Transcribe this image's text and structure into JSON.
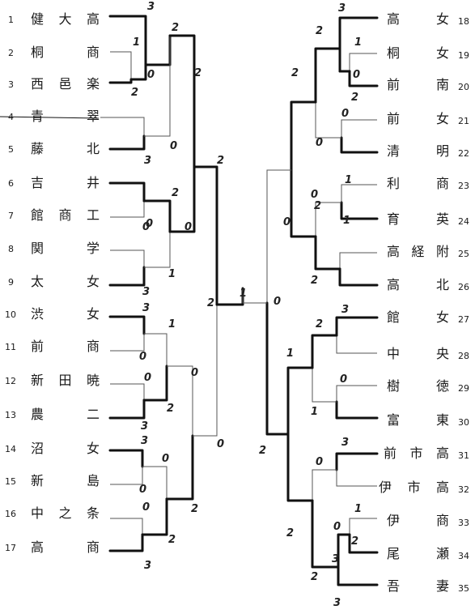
{
  "left_teams": [
    {
      "seed": "1",
      "name": "健大高"
    },
    {
      "seed": "2",
      "name": "桐　商"
    },
    {
      "seed": "3",
      "name": "西邑楽"
    },
    {
      "seed": "4",
      "name": "青　翠"
    },
    {
      "seed": "5",
      "name": "藤　北"
    },
    {
      "seed": "6",
      "name": "吉　井"
    },
    {
      "seed": "7",
      "name": "館商工"
    },
    {
      "seed": "8",
      "name": "関　学"
    },
    {
      "seed": "9",
      "name": "太　女"
    },
    {
      "seed": "10",
      "name": "渋　女"
    },
    {
      "seed": "11",
      "name": "前　商"
    },
    {
      "seed": "12",
      "name": "新田暁"
    },
    {
      "seed": "13",
      "name": "農　二"
    },
    {
      "seed": "14",
      "name": "沼　女"
    },
    {
      "seed": "15",
      "name": "新　島"
    },
    {
      "seed": "16",
      "name": "中之条"
    },
    {
      "seed": "17",
      "name": "高　商"
    }
  ],
  "right_teams": [
    {
      "seed": "18",
      "name": "高　女"
    },
    {
      "seed": "19",
      "name": "桐　女"
    },
    {
      "seed": "20",
      "name": "前　南"
    },
    {
      "seed": "21",
      "name": "前　女"
    },
    {
      "seed": "22",
      "name": "清　明"
    },
    {
      "seed": "23",
      "name": "利　商"
    },
    {
      "seed": "24",
      "name": "育　英"
    },
    {
      "seed": "25",
      "name": "高経附"
    },
    {
      "seed": "26",
      "name": "高　北"
    },
    {
      "seed": "27",
      "name": "館　女"
    },
    {
      "seed": "28",
      "name": "中　央"
    },
    {
      "seed": "29",
      "name": "樹　徳"
    },
    {
      "seed": "30",
      "name": "富　東"
    },
    {
      "seed": "31",
      "name": "前市高"
    },
    {
      "seed": "32",
      "name": "伊市高"
    },
    {
      "seed": "33",
      "name": "伊　商"
    },
    {
      "seed": "34",
      "name": "尾　瀬"
    },
    {
      "seed": "35",
      "name": "吾　妻"
    }
  ],
  "scores": {
    "l_1": "3",
    "l_2": "1",
    "l_3": "0",
    "l_3b": "2",
    "l_1_3": "2",
    "l_4_5": "0",
    "l_5": "3",
    "l_top": "2",
    "l_6": "2",
    "l_7": "0",
    "l_8": "0",
    "l_9": "1",
    "l_9b": "3",
    "l_67": "0",
    "l_mid": "2",
    "l_10": "3",
    "l_11": "0",
    "l_10_11": "1",
    "l_12": "0",
    "l_13": "3",
    "l_12_13": "2",
    "l_bot1": "0",
    "l_14": "3",
    "l_15": "0",
    "l_14_15": "0",
    "l_16": "0",
    "l_17": "2",
    "l_16_17": "2",
    "l_17b": "3",
    "l_bot2": "0",
    "final_l": "2",
    "final_top": "1",
    "final_r": "0",
    "r_18": "3",
    "r_19": "1",
    "r_20": "2",
    "r_18_20": "2",
    "r_20b": "0",
    "r_21": "0",
    "r_22": "0",
    "r_top": "2",
    "r_23": "1",
    "r_24": "2",
    "r_23_24": "0",
    "r_25": "1",
    "r_26": "2",
    "r_semi": "0",
    "r_27": "3",
    "r_28": "2",
    "r_29": "0",
    "r_30": "1",
    "r_27_30": "1",
    "r_31": "3",
    "r_32": "0",
    "r_33": "1",
    "r_34": "2",
    "r_33_34": "0",
    "r_35": "2",
    "r_35b": "3",
    "r_low": "2",
    "r_final": "2",
    "r_bot": "3"
  }
}
